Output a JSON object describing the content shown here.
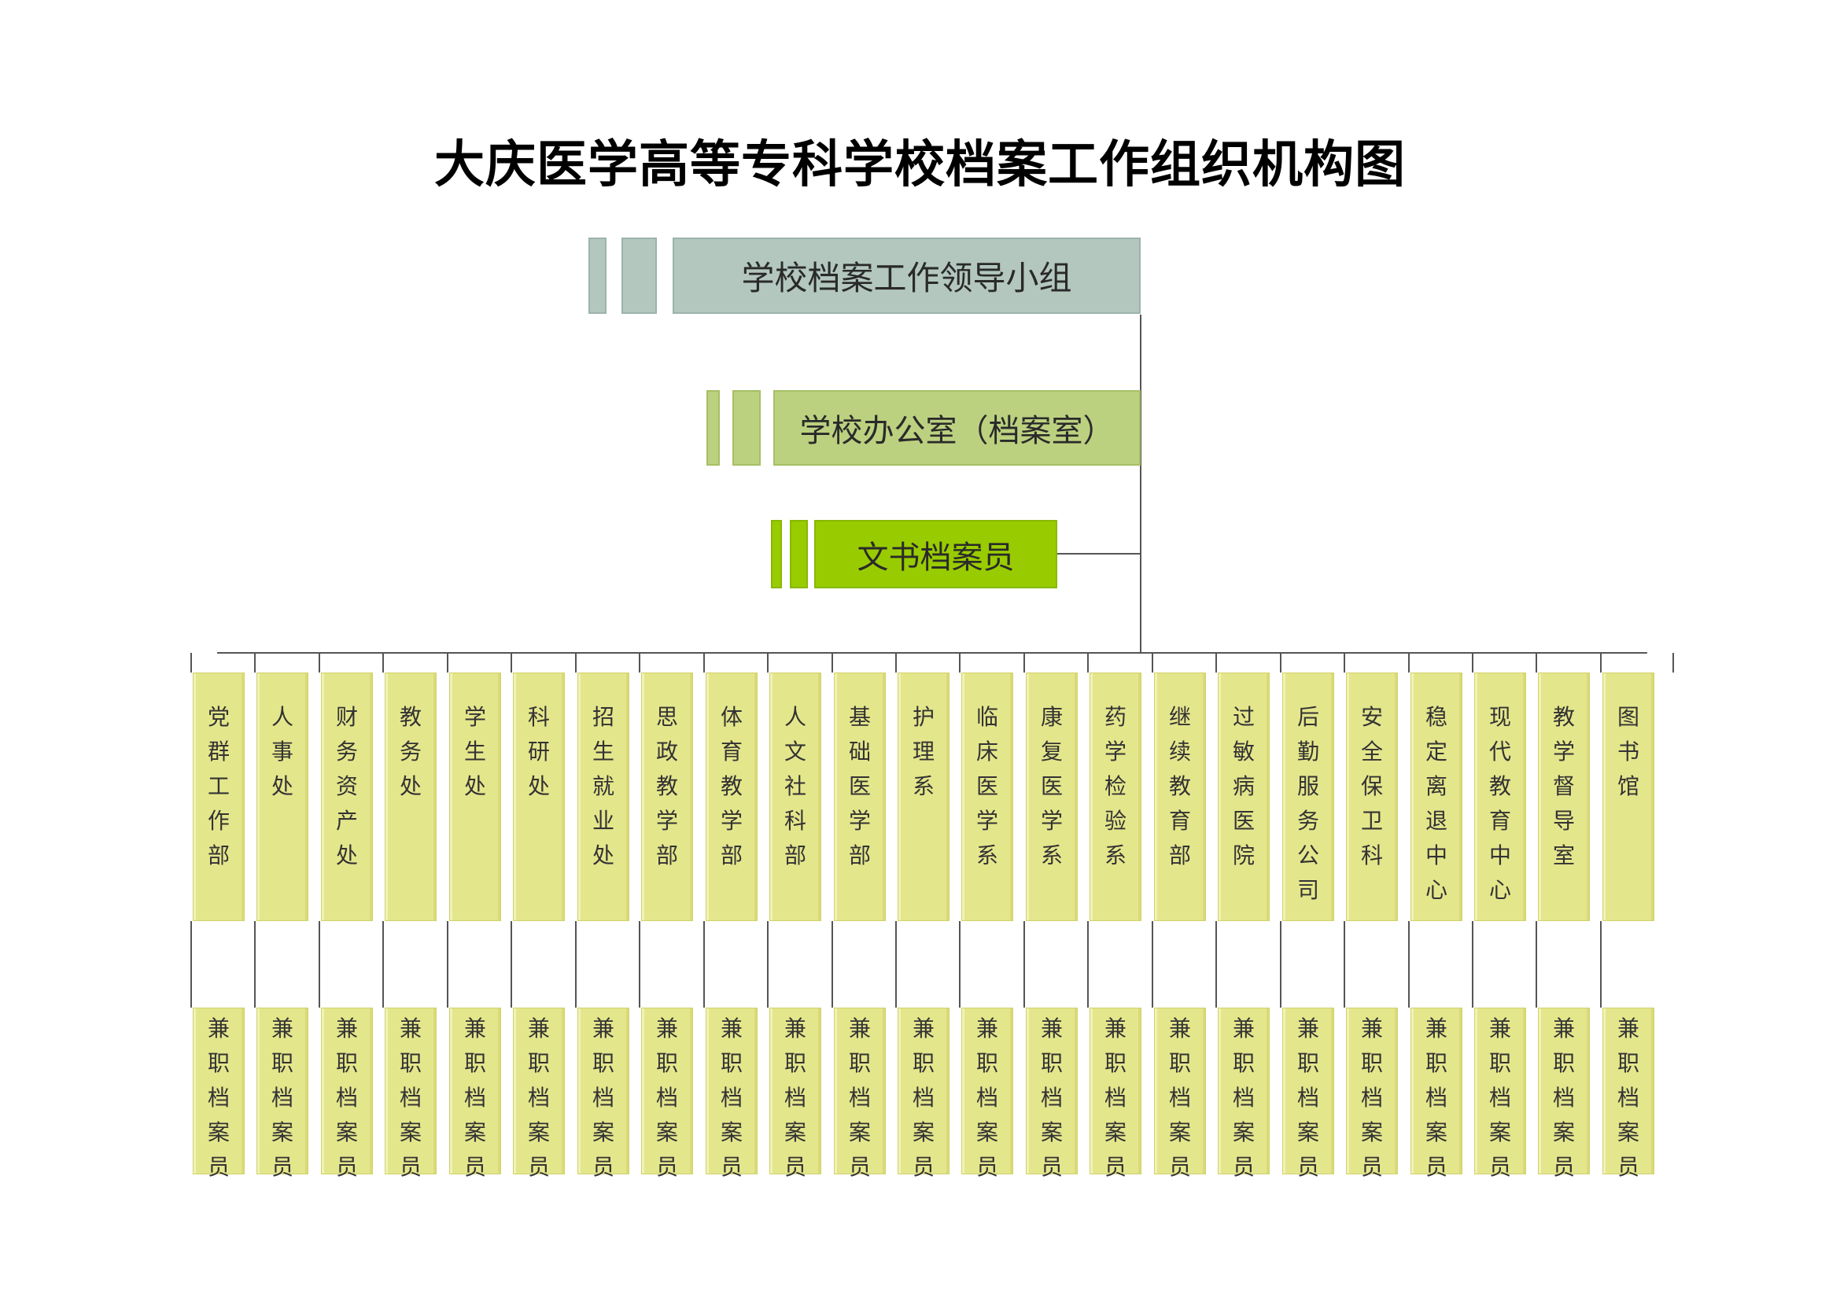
{
  "title": "大庆医学高等专科学校档案工作组织机构图",
  "colors": {
    "level1": "#b3c7bf",
    "level2": "#bcd180",
    "level3": "#99cc00",
    "unit": "#e4e68c",
    "connector": "#555555"
  },
  "levels": [
    {
      "label": "学校档案工作领导小组"
    },
    {
      "label": "学校办公室（档案室）"
    },
    {
      "label": "文书档案员"
    }
  ],
  "departments": [
    {
      "name": "党群工作部",
      "clerk": "兼职档案员"
    },
    {
      "name": "人事处",
      "clerk": "兼职档案员"
    },
    {
      "name": "财务资产处",
      "clerk": "兼职档案员"
    },
    {
      "name": "教务处",
      "clerk": "兼职档案员"
    },
    {
      "name": "学生处",
      "clerk": "兼职档案员"
    },
    {
      "name": "科研处",
      "clerk": "兼职档案员"
    },
    {
      "name": "招生就业处",
      "clerk": "兼职档案员"
    },
    {
      "name": "思政教学部",
      "clerk": "兼职档案员"
    },
    {
      "name": "体育教学部",
      "clerk": "兼职档案员"
    },
    {
      "name": "人文社科部",
      "clerk": "兼职档案员"
    },
    {
      "name": "基础医学部",
      "clerk": "兼职档案员"
    },
    {
      "name": "护理系",
      "clerk": "兼职档案员"
    },
    {
      "name": "临床医学系",
      "clerk": "兼职档案员"
    },
    {
      "name": "康复医学系",
      "clerk": "兼职档案员"
    },
    {
      "name": "药学检验系",
      "clerk": "兼职档案员"
    },
    {
      "name": "继续教育部",
      "clerk": "兼职档案员"
    },
    {
      "name": "过敏病医院",
      "clerk": "兼职档案员"
    },
    {
      "name": "后勤服务公司",
      "clerk": "兼职档案员"
    },
    {
      "name": "安全保卫科",
      "clerk": "兼职档案员"
    },
    {
      "name": "稳定离退中心",
      "clerk": "兼职档案员"
    },
    {
      "name": "现代教育中心",
      "clerk": "兼职档案员"
    },
    {
      "name": "教学督导室",
      "clerk": "兼职档案员"
    },
    {
      "name": "图书馆",
      "clerk": "兼职档案员"
    }
  ]
}
